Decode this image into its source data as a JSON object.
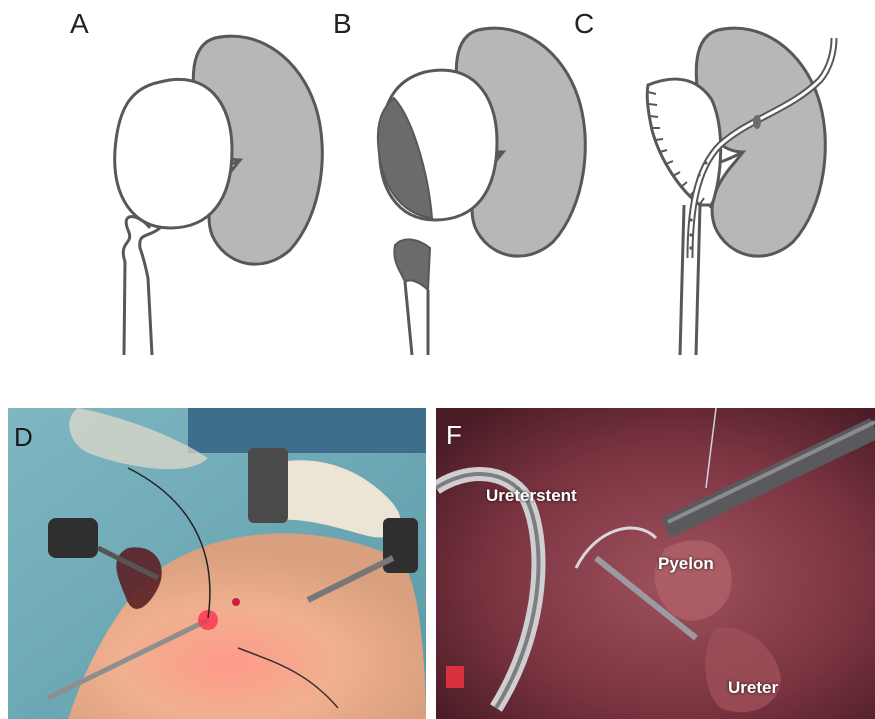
{
  "panels": {
    "a": {
      "label": "A"
    },
    "b": {
      "label": "B"
    },
    "c": {
      "label": "C"
    },
    "d": {
      "label": "D"
    },
    "f": {
      "label": "F",
      "annotations": {
        "ureterstent": "Ureterstent",
        "pyelon": "Pyelon",
        "ureter": "Ureter"
      }
    }
  },
  "colors": {
    "kidney_fill": "#b7b7ba",
    "outline": "#58585a",
    "dark_fill": "#6b6b6e",
    "background": "#ffffff"
  }
}
